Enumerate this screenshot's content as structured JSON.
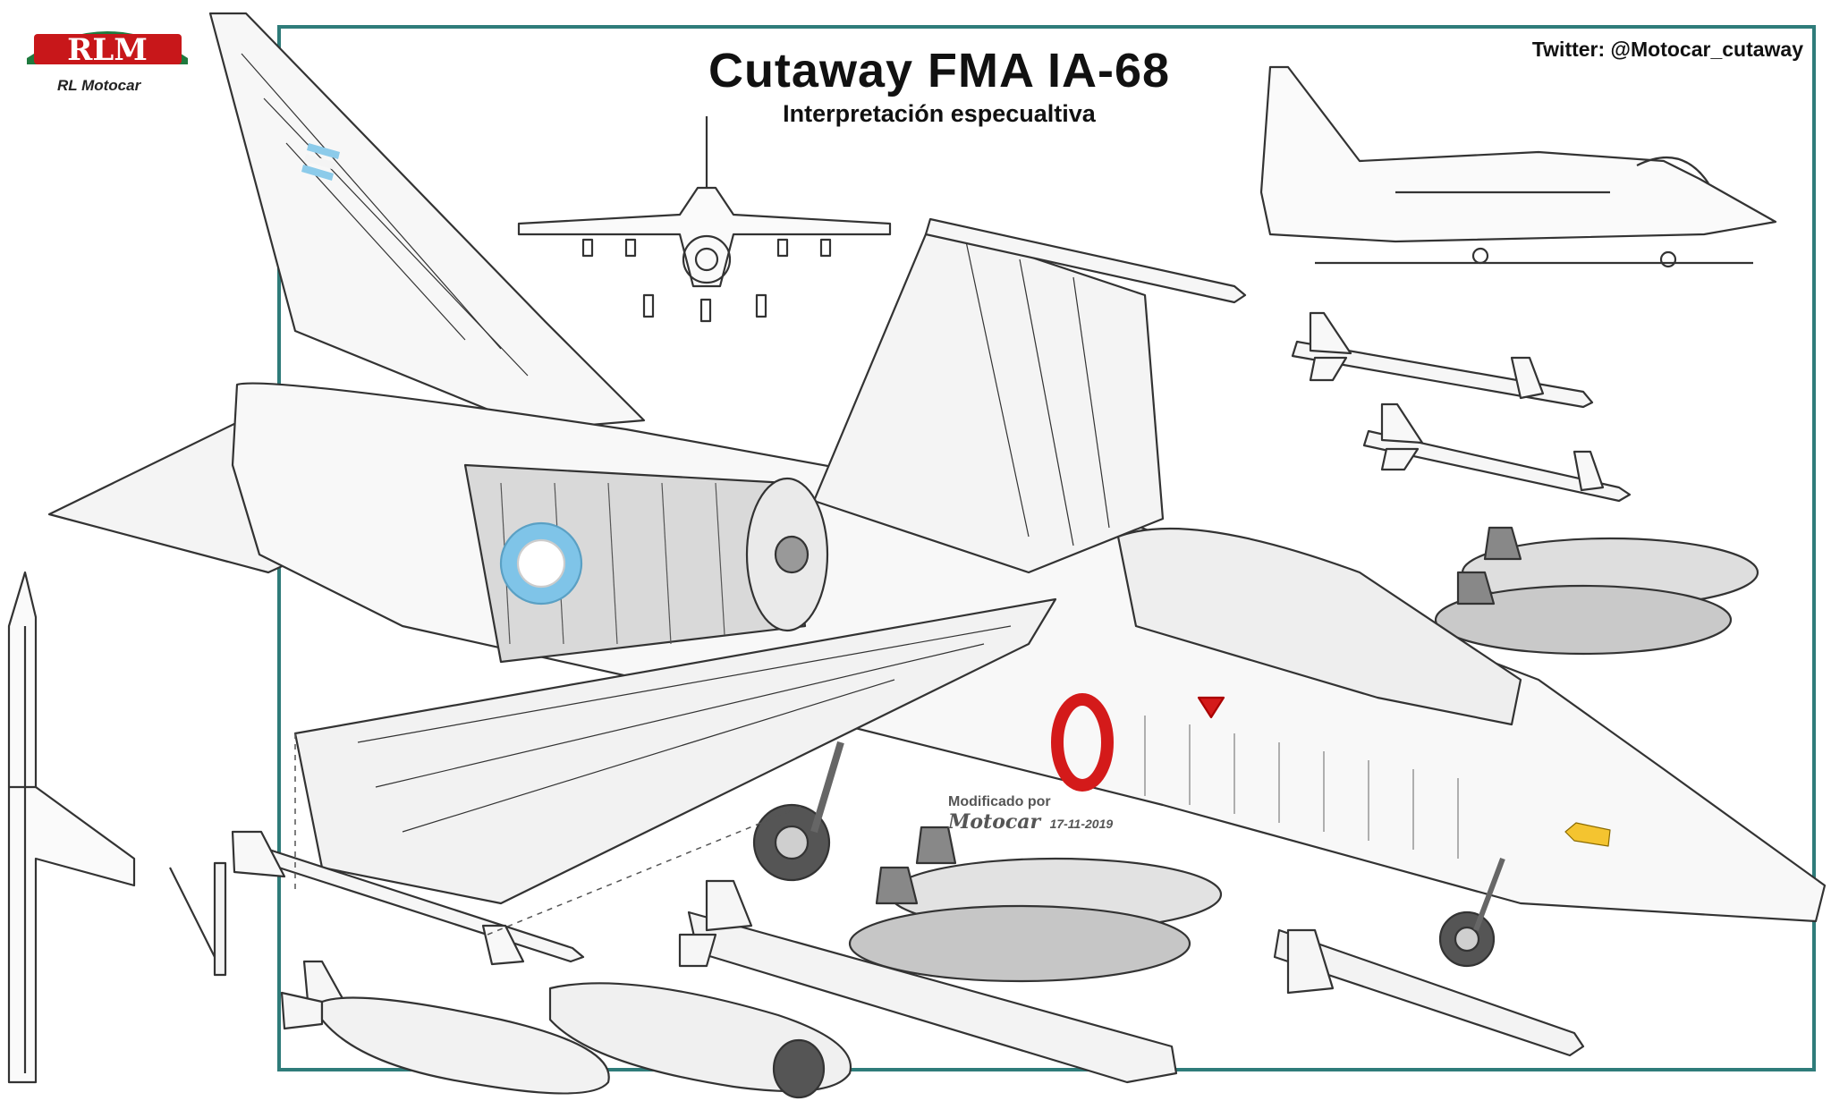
{
  "header": {
    "title": "Cutaway FMA IA-68",
    "subtitle": "Interpretación especualtiva",
    "twitter": "Twitter: @Motocar_cutaway"
  },
  "logo": {
    "mark": "RLM",
    "caption": "RL Motocar"
  },
  "credit": {
    "line1": "Modificado por",
    "line2": "Motocar",
    "date": "17-11-2019"
  },
  "colors": {
    "frame": "#2f7c7a",
    "roundel_blue": "#7fc4e8",
    "intake_red": "#d41a1a",
    "logo_red": "#c8171a",
    "logo_green": "#1f7a3e",
    "ink": "#222222"
  }
}
